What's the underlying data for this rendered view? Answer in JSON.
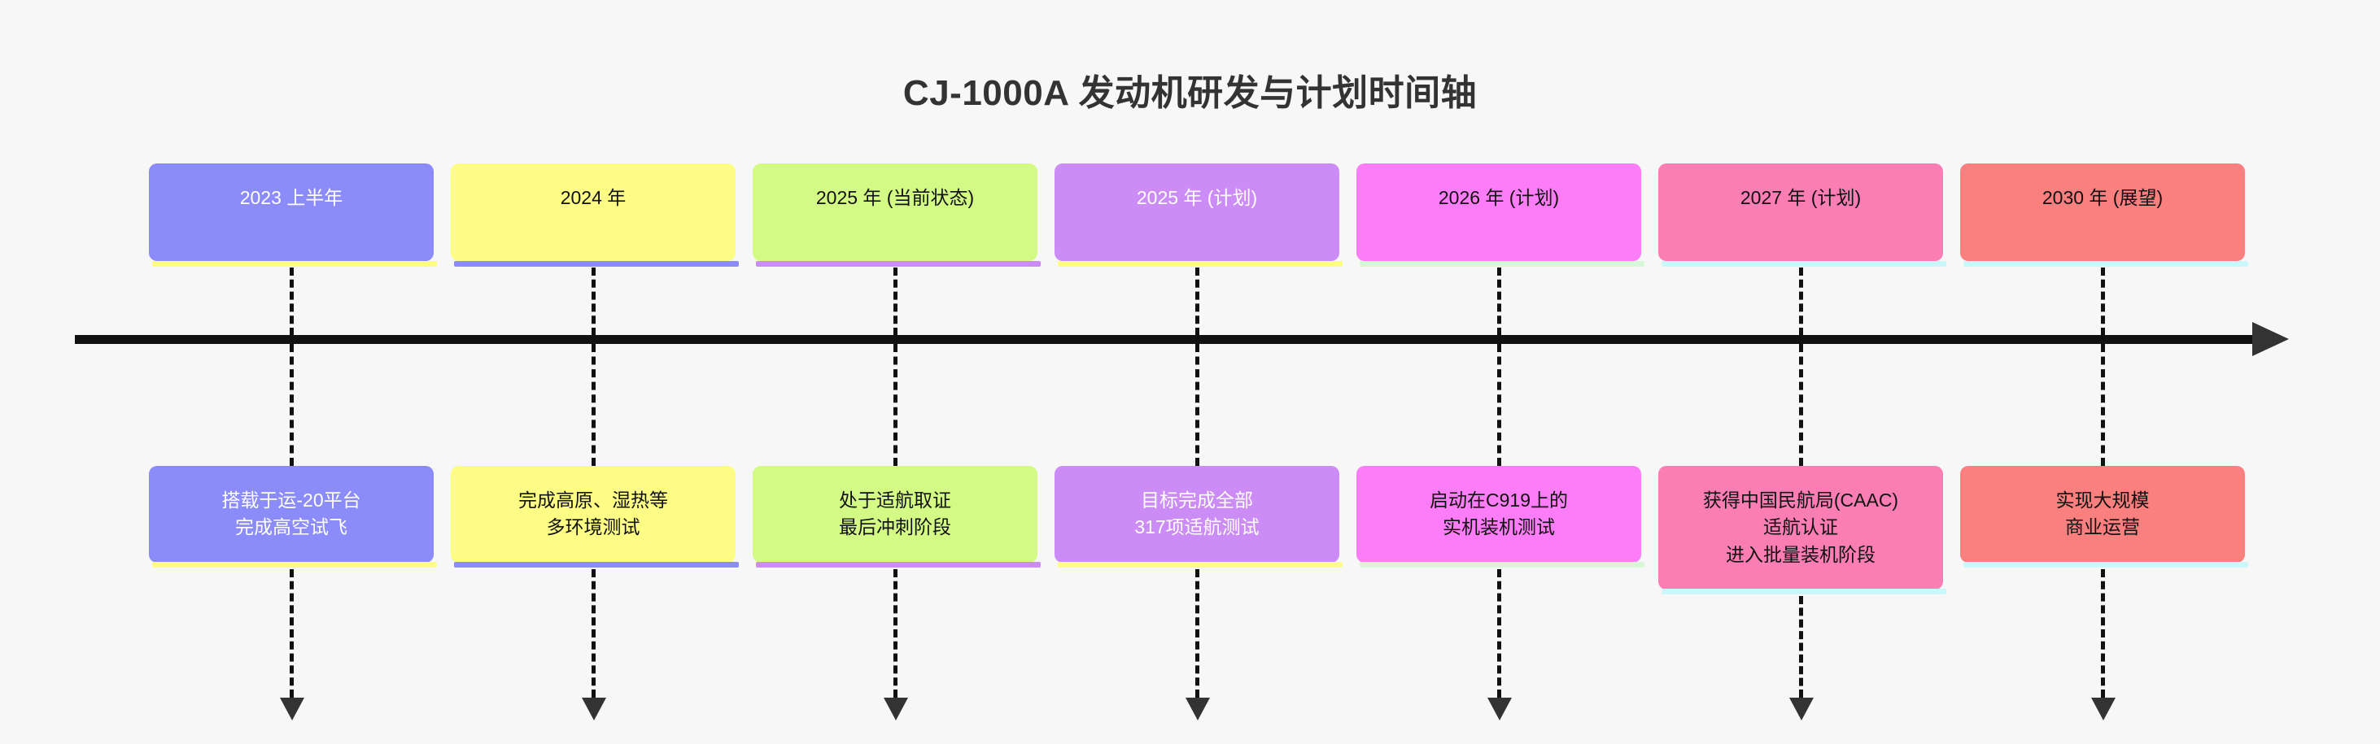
{
  "title": "CJ-1000A 发动机研发与计划时间轴",
  "background_color": "#f7f7f7",
  "title_color": "#333333",
  "axis": {
    "color": "#111111",
    "arrow_color": "#333333",
    "direction": "left-to-right",
    "connector_style": "dashed"
  },
  "chart_data": {
    "type": "timeline",
    "title": "CJ-1000A 发动机研发与计划时间轴",
    "orientation": "horizontal",
    "milestone_count": 7,
    "milestones": [
      {
        "era": "2023 上半年",
        "detail": "搭载于运-20平台\n完成高空试飞",
        "color": "#8b8bfa",
        "text_color": "#ffffff",
        "shadow_color": "#fdfd86",
        "status": "completed"
      },
      {
        "era": "2024 年",
        "detail": "完成高原、湿热等\n多环境测试",
        "color": "#fdfd86",
        "text_color": "#111111",
        "shadow_color": "#8b8bfa",
        "status": "completed"
      },
      {
        "era": "2025 年 (当前状态)",
        "detail": "处于适航取证\n最后冲刺阶段",
        "color": "#d4fa86",
        "text_color": "#111111",
        "shadow_color": "#cb8cf5",
        "status": "current"
      },
      {
        "era": "2025 年 (计划)",
        "detail": "目标完成全部\n317项适航测试",
        "color": "#cb8cf5",
        "text_color": "#ffffff",
        "shadow_color": "#fdfd86",
        "status": "planned"
      },
      {
        "era": "2026 年 (计划)",
        "detail": "启动在C919上的\n实机装机测试",
        "color": "#fc7df7",
        "text_color": "#111111",
        "shadow_color": "#d8f7d8",
        "status": "planned"
      },
      {
        "era": "2027 年 (计划)",
        "detail": "获得中国民航局(CAAC)\n适航认证\n进入批量装机阶段",
        "color": "#fa7db3",
        "text_color": "#111111",
        "shadow_color": "#ccf7fa",
        "status": "planned"
      },
      {
        "era": "2030 年 (展望)",
        "detail": "实现大规模\n商业运营",
        "color": "#fa8080",
        "text_color": "#111111",
        "shadow_color": "#ccf7fa",
        "status": "outlook"
      }
    ]
  }
}
